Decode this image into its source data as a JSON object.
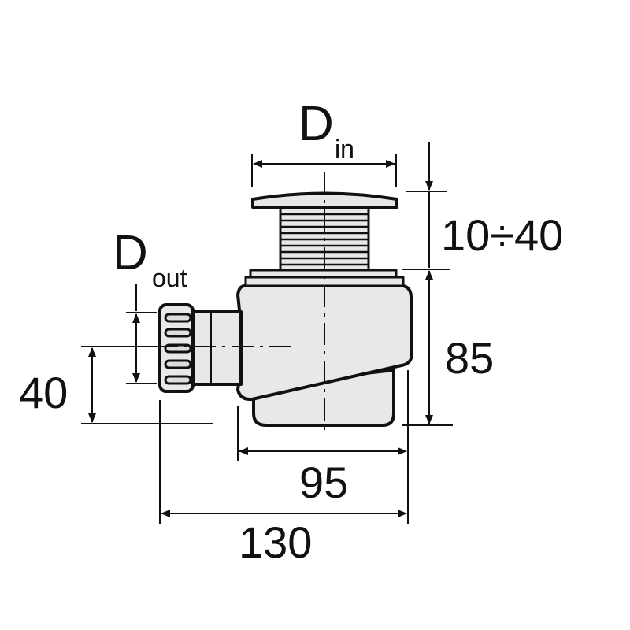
{
  "labels": {
    "d_in_main": "D",
    "d_in_sub": "in",
    "d_out_main": "D",
    "d_out_sub": "out",
    "height_adjust": "10÷40",
    "body_height": "85",
    "body_width": "95",
    "total_width": "130",
    "outlet_height": "40"
  },
  "colors": {
    "fill": "#e8e8e8",
    "stroke": "#111111"
  }
}
